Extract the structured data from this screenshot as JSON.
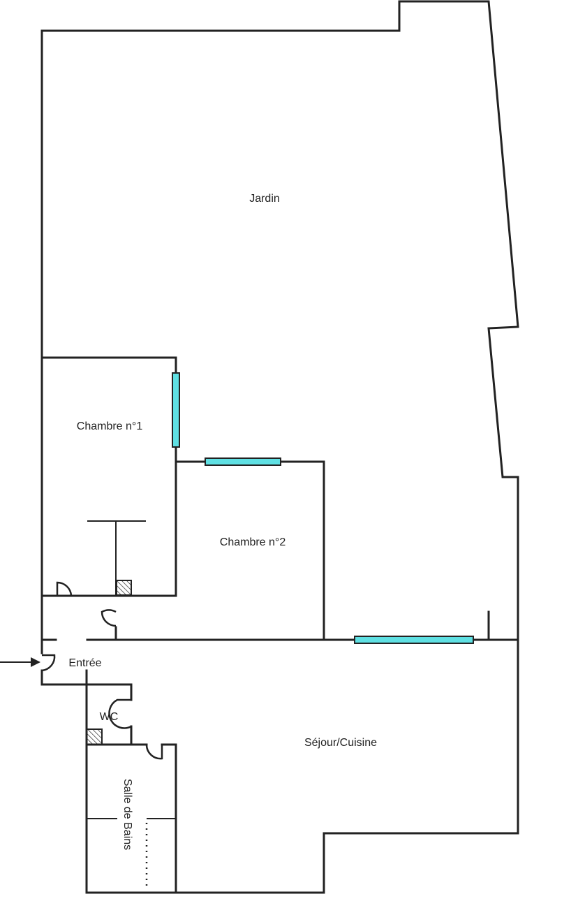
{
  "rooms": {
    "jardin": "Jardin",
    "chambre1": "Chambre n°1",
    "chambre2": "Chambre n°2",
    "entree": "Entrée",
    "wc": "WC",
    "sejour": "Séjour/Cuisine",
    "salle_de_bains": "Salle de Bains"
  },
  "colors": {
    "wall": "#222222",
    "window": "#5fe0e3",
    "background": "#ffffff"
  },
  "icons": {
    "entrance": "arrow-right-icon",
    "duct": "hatched-square-icon",
    "door": "door-swing-icon"
  }
}
